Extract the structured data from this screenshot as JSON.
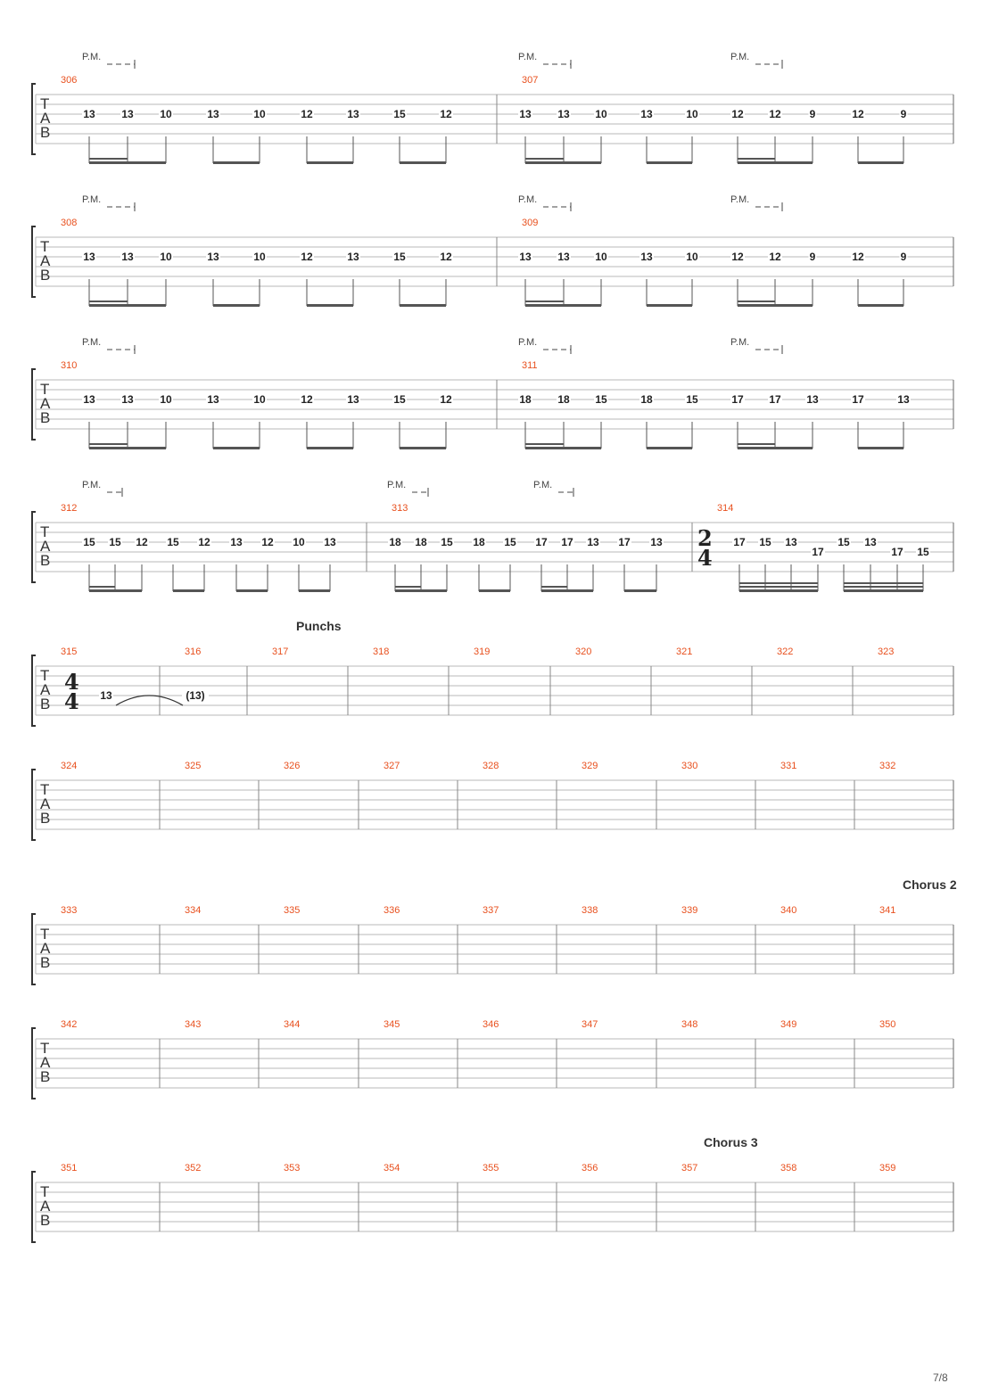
{
  "page": {
    "number": "7/8"
  },
  "tab_letters": [
    "T",
    "A",
    "B"
  ],
  "marker_text": "P.M.",
  "time_signatures": {
    "s3_m314": [
      "2",
      "4"
    ],
    "s4_m315": [
      "4",
      "4"
    ]
  },
  "section_labels": {
    "s4": "Punchs",
    "s6": "Chorus 2",
    "s8": "Chorus 3"
  },
  "systems": [
    {
      "id": "s0",
      "measures": [
        {
          "number": "306",
          "notes": [
            {
              "fret": "13",
              "string": 3
            },
            {
              "fret": "13",
              "string": 3
            },
            {
              "fret": "10",
              "string": 3
            },
            {
              "fret": "13",
              "string": 3
            },
            {
              "fret": "10",
              "string": 3
            },
            {
              "fret": "12",
              "string": 3
            },
            {
              "fret": "13",
              "string": 3
            },
            {
              "fret": "15",
              "string": 3
            },
            {
              "fret": "12",
              "string": 3
            }
          ]
        },
        {
          "number": "307",
          "notes": [
            {
              "fret": "13",
              "string": 3
            },
            {
              "fret": "13",
              "string": 3
            },
            {
              "fret": "10",
              "string": 3
            },
            {
              "fret": "13",
              "string": 3
            },
            {
              "fret": "10",
              "string": 3
            },
            {
              "fret": "12",
              "string": 3
            },
            {
              "fret": "12",
              "string": 3
            },
            {
              "fret": "9",
              "string": 3
            },
            {
              "fret": "12",
              "string": 3
            },
            {
              "fret": "9",
              "string": 3
            }
          ]
        }
      ]
    },
    {
      "id": "s1",
      "measures": [
        {
          "number": "308",
          "notes": [
            {
              "fret": "13",
              "string": 3
            },
            {
              "fret": "13",
              "string": 3
            },
            {
              "fret": "10",
              "string": 3
            },
            {
              "fret": "13",
              "string": 3
            },
            {
              "fret": "10",
              "string": 3
            },
            {
              "fret": "12",
              "string": 3
            },
            {
              "fret": "13",
              "string": 3
            },
            {
              "fret": "15",
              "string": 3
            },
            {
              "fret": "12",
              "string": 3
            }
          ]
        },
        {
          "number": "309",
          "notes": [
            {
              "fret": "13",
              "string": 3
            },
            {
              "fret": "13",
              "string": 3
            },
            {
              "fret": "10",
              "string": 3
            },
            {
              "fret": "13",
              "string": 3
            },
            {
              "fret": "10",
              "string": 3
            },
            {
              "fret": "12",
              "string": 3
            },
            {
              "fret": "12",
              "string": 3
            },
            {
              "fret": "9",
              "string": 3
            },
            {
              "fret": "12",
              "string": 3
            },
            {
              "fret": "9",
              "string": 3
            }
          ]
        }
      ]
    },
    {
      "id": "s2",
      "measures": [
        {
          "number": "310",
          "notes": [
            {
              "fret": "13",
              "string": 3
            },
            {
              "fret": "13",
              "string": 3
            },
            {
              "fret": "10",
              "string": 3
            },
            {
              "fret": "13",
              "string": 3
            },
            {
              "fret": "10",
              "string": 3
            },
            {
              "fret": "12",
              "string": 3
            },
            {
              "fret": "13",
              "string": 3
            },
            {
              "fret": "15",
              "string": 3
            },
            {
              "fret": "12",
              "string": 3
            }
          ]
        },
        {
          "number": "311",
          "notes": [
            {
              "fret": "18",
              "string": 3
            },
            {
              "fret": "18",
              "string": 3
            },
            {
              "fret": "15",
              "string": 3
            },
            {
              "fret": "18",
              "string": 3
            },
            {
              "fret": "15",
              "string": 3
            },
            {
              "fret": "17",
              "string": 3
            },
            {
              "fret": "17",
              "string": 3
            },
            {
              "fret": "13",
              "string": 3
            },
            {
              "fret": "17",
              "string": 3
            },
            {
              "fret": "13",
              "string": 3
            }
          ]
        }
      ]
    },
    {
      "id": "s3",
      "measures": [
        {
          "number": "312",
          "notes": [
            {
              "fret": "15",
              "string": 3
            },
            {
              "fret": "15",
              "string": 3
            },
            {
              "fret": "12",
              "string": 3
            },
            {
              "fret": "15",
              "string": 3
            },
            {
              "fret": "12",
              "string": 3
            },
            {
              "fret": "13",
              "string": 3
            },
            {
              "fret": "12",
              "string": 3
            },
            {
              "fret": "10",
              "string": 3
            },
            {
              "fret": "13",
              "string": 3
            }
          ]
        },
        {
          "number": "313",
          "notes": [
            {
              "fret": "18",
              "string": 3
            },
            {
              "fret": "18",
              "string": 3
            },
            {
              "fret": "15",
              "string": 3
            },
            {
              "fret": "18",
              "string": 3
            },
            {
              "fret": "15",
              "string": 3
            },
            {
              "fret": "17",
              "string": 3
            },
            {
              "fret": "17",
              "string": 3
            },
            {
              "fret": "13",
              "string": 3
            },
            {
              "fret": "17",
              "string": 3
            },
            {
              "fret": "13",
              "string": 3
            }
          ]
        },
        {
          "number": "314",
          "notes": [
            {
              "fret": "17",
              "string": 3
            },
            {
              "fret": "15",
              "string": 3
            },
            {
              "fret": "13",
              "string": 3
            },
            {
              "fret": "17",
              "string": 4
            },
            {
              "fret": "15",
              "string": 3
            },
            {
              "fret": "13",
              "string": 3
            },
            {
              "fret": "17",
              "string": 4
            },
            {
              "fret": "15",
              "string": 4
            }
          ]
        }
      ]
    },
    {
      "id": "s4",
      "measures": [
        {
          "number": "315",
          "notes": [
            {
              "fret": "13",
              "string": 4
            }
          ]
        },
        {
          "number": "316",
          "notes": [
            {
              "fret": "(13)",
              "string": 4
            }
          ]
        },
        {
          "number": "317",
          "notes": []
        },
        {
          "number": "318",
          "notes": []
        },
        {
          "number": "319",
          "notes": []
        },
        {
          "number": "320",
          "notes": []
        },
        {
          "number": "321",
          "notes": []
        },
        {
          "number": "322",
          "notes": []
        },
        {
          "number": "323",
          "notes": []
        }
      ]
    },
    {
      "id": "s5",
      "measures": [
        {
          "number": "324",
          "notes": []
        },
        {
          "number": "325",
          "notes": []
        },
        {
          "number": "326",
          "notes": []
        },
        {
          "number": "327",
          "notes": []
        },
        {
          "number": "328",
          "notes": []
        },
        {
          "number": "329",
          "notes": []
        },
        {
          "number": "330",
          "notes": []
        },
        {
          "number": "331",
          "notes": []
        },
        {
          "number": "332",
          "notes": []
        }
      ]
    },
    {
      "id": "s6",
      "measures": [
        {
          "number": "333",
          "notes": []
        },
        {
          "number": "334",
          "notes": []
        },
        {
          "number": "335",
          "notes": []
        },
        {
          "number": "336",
          "notes": []
        },
        {
          "number": "337",
          "notes": []
        },
        {
          "number": "338",
          "notes": []
        },
        {
          "number": "339",
          "notes": []
        },
        {
          "number": "340",
          "notes": []
        },
        {
          "number": "341",
          "notes": []
        }
      ]
    },
    {
      "id": "s7",
      "measures": [
        {
          "number": "342",
          "notes": []
        },
        {
          "number": "343",
          "notes": []
        },
        {
          "number": "344",
          "notes": []
        },
        {
          "number": "345",
          "notes": []
        },
        {
          "number": "346",
          "notes": []
        },
        {
          "number": "347",
          "notes": []
        },
        {
          "number": "348",
          "notes": []
        },
        {
          "number": "349",
          "notes": []
        },
        {
          "number": "350",
          "notes": []
        }
      ]
    },
    {
      "id": "s8",
      "measures": [
        {
          "number": "351",
          "notes": []
        },
        {
          "number": "352",
          "notes": []
        },
        {
          "number": "353",
          "notes": []
        },
        {
          "number": "354",
          "notes": []
        },
        {
          "number": "355",
          "notes": []
        },
        {
          "number": "356",
          "notes": []
        },
        {
          "number": "357",
          "notes": []
        },
        {
          "number": "358",
          "notes": []
        },
        {
          "number": "359",
          "notes": []
        }
      ]
    }
  ],
  "colors": {
    "measure_number": "#e8501e",
    "staff_line": "#b8b8b8",
    "note": "#222222",
    "bracket": "#333333"
  }
}
